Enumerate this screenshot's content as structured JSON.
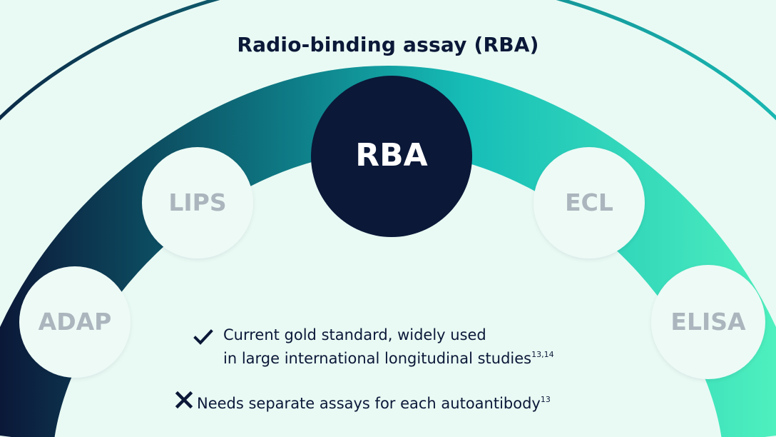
{
  "title": "Radio-binding assay (RBA)",
  "colors": {
    "background": "#e9faf4",
    "dark_navy": "#0b1838",
    "teal": "#17bfb8",
    "mint": "#4ae8bd",
    "circle_fill": "#eefaf6",
    "inactive_text": "#aab5bd",
    "active_text": "#ffffff"
  },
  "methods": [
    {
      "id": "adap",
      "label": "ADAP",
      "active": false
    },
    {
      "id": "lips",
      "label": "LIPS",
      "active": false
    },
    {
      "id": "rba",
      "label": "RBA",
      "active": true
    },
    {
      "id": "ecl",
      "label": "ECL",
      "active": false
    },
    {
      "id": "elisa",
      "label": "ELISA",
      "active": false
    }
  ],
  "points": [
    {
      "type": "pro",
      "icon": "check-icon",
      "lines": [
        "Current gold standard, widely used",
        "in large international longitudinal studies"
      ],
      "ref": "13,14"
    },
    {
      "type": "con",
      "icon": "cross-icon",
      "lines": [
        "Needs separate assays for each autoantibody"
      ],
      "ref": "13"
    }
  ]
}
